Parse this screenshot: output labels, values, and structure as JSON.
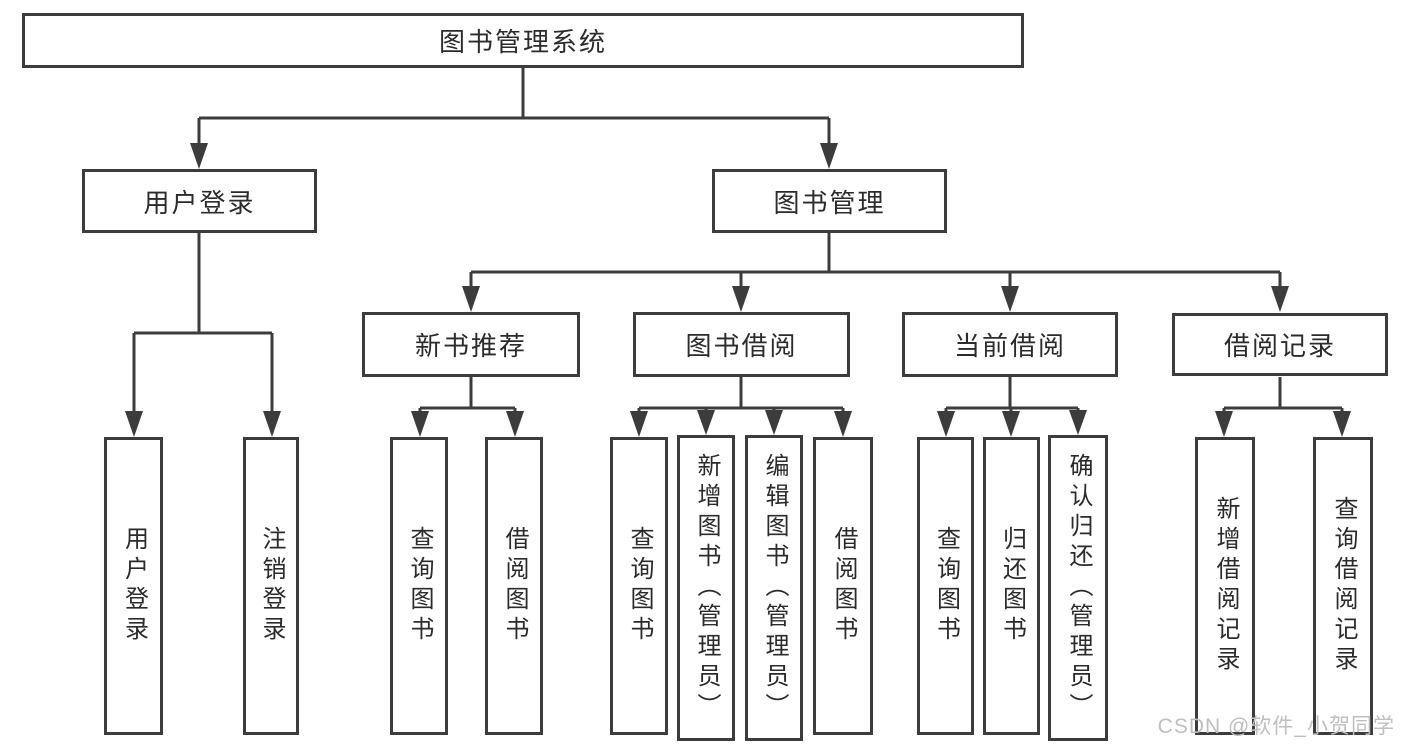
{
  "page": {
    "watermark": "CSDN @软件_小贺同学"
  },
  "colors": {
    "line": "#3c3c3c",
    "text": "#2b2b2b",
    "box_background": "#ffffff",
    "watermark": "#bfbfbf"
  },
  "nodes": {
    "root": {
      "label": "图书管理系统"
    },
    "user_login": {
      "label": "用户登录"
    },
    "book_mgmt": {
      "label": "图书管理"
    },
    "new_book_rec": {
      "label": "新书推荐"
    },
    "book_borrow": {
      "label": "图书借阅"
    },
    "current_borrow": {
      "label": "当前借阅"
    },
    "borrow_record": {
      "label": "借阅记录"
    },
    "leaf_user_login": {
      "label": "用户登录"
    },
    "leaf_logout": {
      "label": "注销登录"
    },
    "leaf_query_book_rec": {
      "label": "查询图书"
    },
    "leaf_borrow_book_rec": {
      "label": "借阅图书"
    },
    "leaf_query_book_borrow": {
      "label": "查询图书"
    },
    "leaf_add_book": {
      "label": "新增图书（管理员）"
    },
    "leaf_edit_book": {
      "label": "编辑图书（管理员）"
    },
    "leaf_borrow_book_borrow": {
      "label": "借阅图书"
    },
    "leaf_query_book_current": {
      "label": "查询图书"
    },
    "leaf_return_book": {
      "label": "归还图书"
    },
    "leaf_confirm_return": {
      "label": "确认归还（管理员）"
    },
    "leaf_add_borrow_record": {
      "label": "新增借阅记录"
    },
    "leaf_query_borrow_record": {
      "label": "查询借阅记录"
    }
  },
  "hierarchy": [
    {
      "parent": "图书管理系统",
      "children": [
        "用户登录",
        "图书管理"
      ]
    },
    {
      "parent": "用户登录",
      "children": [
        "用户登录",
        "注销登录"
      ]
    },
    {
      "parent": "图书管理",
      "children": [
        "新书推荐",
        "图书借阅",
        "当前借阅",
        "借阅记录"
      ]
    },
    {
      "parent": "新书推荐",
      "children": [
        "查询图书",
        "借阅图书"
      ]
    },
    {
      "parent": "图书借阅",
      "children": [
        "查询图书",
        "新增图书（管理员）",
        "编辑图书（管理员）",
        "借阅图书"
      ]
    },
    {
      "parent": "当前借阅",
      "children": [
        "查询图书",
        "归还图书",
        "确认归还（管理员）"
      ]
    },
    {
      "parent": "借阅记录",
      "children": [
        "新增借阅记录",
        "查询借阅记录"
      ]
    }
  ]
}
